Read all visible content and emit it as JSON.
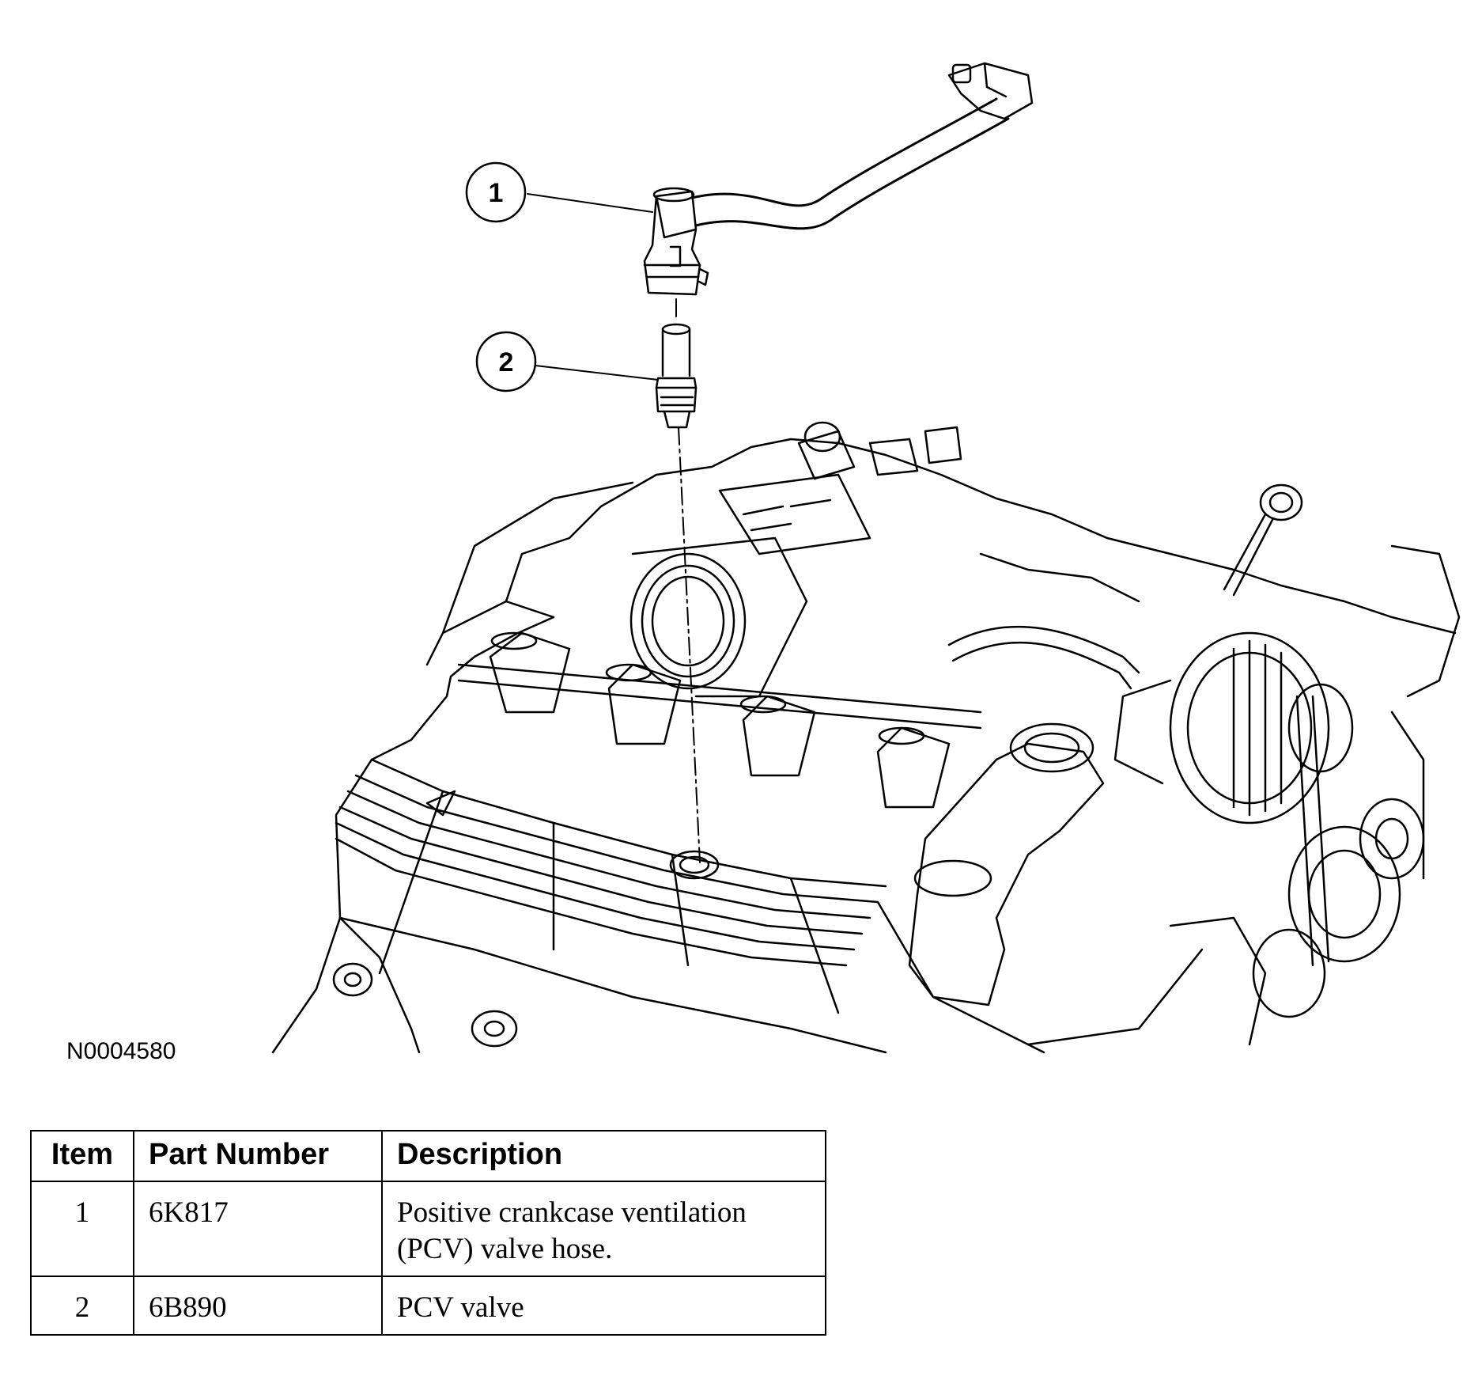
{
  "figure_id": "N0004580",
  "callouts": [
    {
      "number": "1"
    },
    {
      "number": "2"
    }
  ],
  "table": {
    "headers": [
      "Item",
      "Part Number",
      "Description"
    ],
    "rows": [
      {
        "item": "1",
        "part_number": "6K817",
        "description": "Positive crankcase ventilation (PCV) valve hose."
      },
      {
        "item": "2",
        "part_number": "6B890",
        "description": "PCV valve"
      }
    ]
  }
}
